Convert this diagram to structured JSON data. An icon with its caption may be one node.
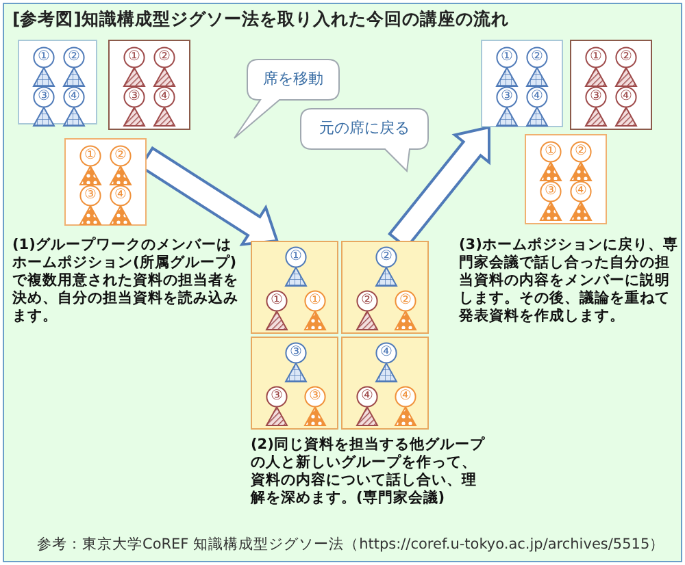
{
  "diagram": {
    "title": "[参考図]知識構成型ジグソー法を取り入れた今回の講座の流れ",
    "caption": "参考：東京大学CoREF 知識構成型ジグソー法（https://coref.u-tokyo.ac.jp/archives/5515）",
    "nodes": [
      {
        "text": [],
        "shape": "box"
      },
      {
        "text": [
          "①"
        ],
        "in": 0
      },
      {
        "text": [
          "②"
        ],
        "in": 0
      },
      {
        "text": [
          "③"
        ],
        "in": 0
      },
      {
        "text": [
          "④"
        ],
        "in": 0
      },
      {
        "text": [],
        "shape": "box"
      },
      {
        "text": [
          "①"
        ],
        "in": 5
      },
      {
        "text": [
          "②"
        ],
        "in": 5
      },
      {
        "text": [
          "③"
        ],
        "in": 5
      },
      {
        "text": [
          "④"
        ],
        "in": 5
      },
      {
        "text": [],
        "shape": "box"
      },
      {
        "text": [
          "①"
        ],
        "in": 10
      },
      {
        "text": [
          "②"
        ],
        "in": 10
      },
      {
        "text": [
          "③"
        ],
        "in": 10
      },
      {
        "text": [
          "④"
        ],
        "in": 10
      },
      {
        "text": [
          "席を移動"
        ]
      },
      {
        "text": [
          "元の席に戻る"
        ]
      },
      {
        "text": [],
        "shape": "box"
      },
      {
        "text": [
          "①"
        ],
        "in": 17
      },
      {
        "text": [
          "②"
        ],
        "in": 17
      },
      {
        "text": [
          "③"
        ],
        "in": 17
      },
      {
        "text": [
          "④"
        ],
        "in": 17
      },
      {
        "text": [],
        "shape": "box"
      },
      {
        "text": [
          "①"
        ],
        "in": 22
      },
      {
        "text": [
          "②"
        ],
        "in": 22
      },
      {
        "text": [
          "③"
        ],
        "in": 22
      },
      {
        "text": [
          "④"
        ],
        "in": 22
      },
      {
        "text": [],
        "shape": "box"
      },
      {
        "text": [
          "①"
        ],
        "in": 27
      },
      {
        "text": [
          "②"
        ],
        "in": 27
      },
      {
        "text": [
          "③"
        ],
        "in": 27
      },
      {
        "text": [
          "④"
        ],
        "in": 27
      },
      {
        "text": [],
        "shape": "box"
      },
      {
        "text": [
          "①"
        ],
        "in": 32
      },
      {
        "text": [
          "①"
        ],
        "in": 32
      },
      {
        "text": [
          "①"
        ],
        "in": 32
      },
      {
        "text": [],
        "shape": "box"
      },
      {
        "text": [
          "②"
        ],
        "in": 36
      },
      {
        "text": [
          "②"
        ],
        "in": 36
      },
      {
        "text": [
          "②"
        ],
        "in": 36
      },
      {
        "text": [],
        "shape": "box"
      },
      {
        "text": [
          "③"
        ],
        "in": 40
      },
      {
        "text": [
          "③"
        ],
        "in": 40
      },
      {
        "text": [
          "③"
        ],
        "in": 40
      },
      {
        "text": [],
        "shape": "box"
      },
      {
        "text": [
          "④"
        ],
        "in": 44
      },
      {
        "text": [
          "④"
        ],
        "in": 44
      },
      {
        "text": [
          "④"
        ],
        "in": 44
      }
    ],
    "edges": [
      {
        "from": 10,
        "to": 32,
        "arrow": "to"
      },
      {
        "from": 36,
        "to": 17,
        "arrow": "to"
      }
    ],
    "labels": [
      "(1)グループワークのメンバーはホームポジション(所属グループ)で複数用意された資料の担当者を決め、自分の担当資料を読み込みます。",
      "(3)ホームポジションに戻り、専門家会議で話し合った自分の担当資料の内容をメンバーに説明します。その後、議論を重ねて発表資料を作成します。",
      "(2)同じ資料を担当する他グループの人と新しいグループを作って、資料の内容について話し合い、理解を深めます。(専門家会議)"
    ]
  }
}
